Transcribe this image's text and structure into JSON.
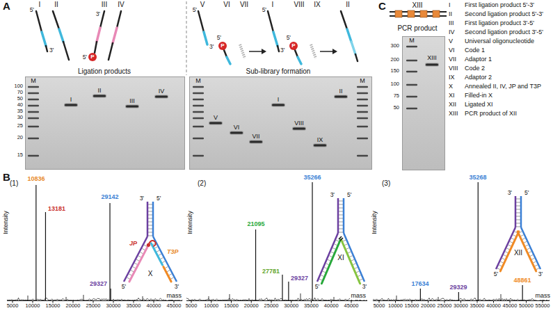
{
  "diagram": {
    "nodes": [
      {
        "text": [
          "M",
          "I",
          "II",
          "III",
          "IV"
        ]
      },
      {
        "text": [
          "M",
          "V",
          "VI",
          "VII",
          "I",
          "VIII",
          "IX",
          "II",
          "M"
        ]
      },
      {
        "text": [
          "M",
          "XIII"
        ]
      }
    ],
    "labels": [
      "A",
      "I",
      "II",
      "III",
      "IV",
      "V",
      "VI",
      "VII",
      "I",
      "VIII",
      "IX",
      "II",
      "5'",
      "3'",
      "3'",
      "5'",
      "P",
      "5'",
      "3'",
      "5'",
      "P",
      "5'",
      "3'",
      "5'",
      "P",
      "Ligation products",
      "Sub-library formation",
      "100",
      "70",
      "50",
      "40",
      "35",
      "30",
      "25",
      "20",
      "15",
      "B",
      "(1)",
      "Intensity",
      "mass",
      "5000",
      "10000",
      "15000",
      "20000",
      "25000",
      "30000",
      "35000",
      "40000",
      "45000",
      "10836",
      "13181",
      "29142",
      "29327",
      "3'",
      "5'",
      "JP",
      "X",
      "T3P",
      "5'",
      "3'",
      "(2)",
      "Intensity",
      "mass",
      "5000",
      "10000",
      "15000",
      "20000",
      "25000",
      "30000",
      "35000",
      "40000",
      "45000",
      "35266",
      "21095",
      "27781",
      "29327",
      "3'",
      "5'",
      "XI",
      "5'",
      "3'",
      "(3)",
      "Intensity",
      "mass",
      "5000",
      "10000",
      "15000",
      "20000",
      "25000",
      "30000",
      "35000",
      "40000",
      "45000",
      "50000",
      "55000",
      "35268",
      "17634",
      "29329",
      "48861",
      "3'",
      "5'",
      "XII",
      "5'",
      "3'",
      "C",
      "XIII",
      "PCR product",
      "300",
      "200",
      "150",
      "100",
      "75",
      "50",
      "I",
      "First ligation product 5'-3'",
      "II",
      "Second ligation product 5'-3'",
      "III",
      "First ligation product 3'-5'",
      "IV",
      "Second ligation product 3'-5'",
      "V",
      "Universal oligonucleotide",
      "VI",
      "Code 1",
      "VII",
      "Adaptor 1",
      "VIII",
      "Code 2",
      "IX",
      "Adaptor 2",
      "X",
      "Annealed II, IV, JP and T3P",
      "XI",
      "Filled-in X",
      "XII",
      "Ligated XI",
      "XIII",
      "PCR product of XII"
    ]
  }
}
